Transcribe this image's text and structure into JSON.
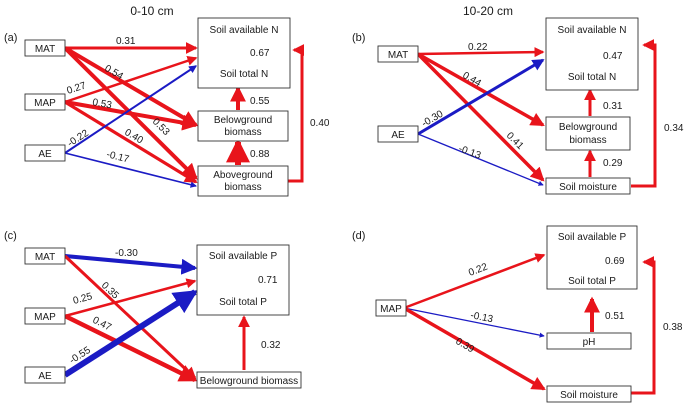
{
  "headers": {
    "left": "0-10 cm",
    "right": "10-20 cm"
  },
  "colors": {
    "positive": "#e8141b",
    "negative": "#1b1bc4"
  },
  "panels": [
    {
      "label": "(a)",
      "nodes": {
        "mat": "MAT",
        "map": "MAP",
        "ae": "AE",
        "target_top": "Soil available N",
        "target_bottom": "Soil total N",
        "belowground_1": "Belowground",
        "belowground_2": "biomass",
        "aboveground_1": "Aboveground",
        "aboveground_2": "biomass"
      },
      "coefficients": {
        "mat_target": "0.31",
        "mat_below": "0.54",
        "mat_above": "0.53",
        "map_target": "0.27",
        "map_below": "0.53",
        "map_above": "0.40",
        "ae_target": "-0.22",
        "ae_above": "-0.17",
        "total_available": "0.67",
        "below_target": "0.55",
        "above_below": "0.88",
        "above_target": "0.40"
      }
    },
    {
      "label": "(b)",
      "nodes": {
        "mat": "MAT",
        "ae": "AE",
        "target_top": "Soil available N",
        "target_bottom": "Soil total N",
        "belowground_1": "Belowground",
        "belowground_2": "biomass",
        "moisture": "Soil moisture"
      },
      "coefficients": {
        "mat_target": "0.22",
        "mat_below": "0.44",
        "mat_moisture": "0.41",
        "ae_target": "-0.30",
        "ae_moisture": "-0.13",
        "total_available": "0.47",
        "below_target": "0.31",
        "moisture_below": "0.29",
        "moisture_target": "0.34"
      }
    },
    {
      "label": "(c)",
      "nodes": {
        "mat": "MAT",
        "map": "MAP",
        "ae": "AE",
        "target_top": "Soil available P",
        "target_bottom": "Soil total P",
        "belowground": "Belowground biomass"
      },
      "coefficients": {
        "mat_target": "-0.30",
        "mat_below": "0.35",
        "map_target": "0.25",
        "map_below": "0.47",
        "ae_target": "-0.55",
        "total_available": "0.71",
        "below_target": "0.32"
      }
    },
    {
      "label": "(d)",
      "nodes": {
        "map": "MAP",
        "target_top": "Soil available P",
        "target_bottom": "Soil total P",
        "ph": "pH",
        "moisture": "Soil moisture"
      },
      "coefficients": {
        "map_target": "0.22",
        "map_ph": "-0.13",
        "map_moisture": "0.39",
        "total_available": "0.69",
        "ph_target": "0.51",
        "moisture_target": "0.38"
      }
    }
  ]
}
